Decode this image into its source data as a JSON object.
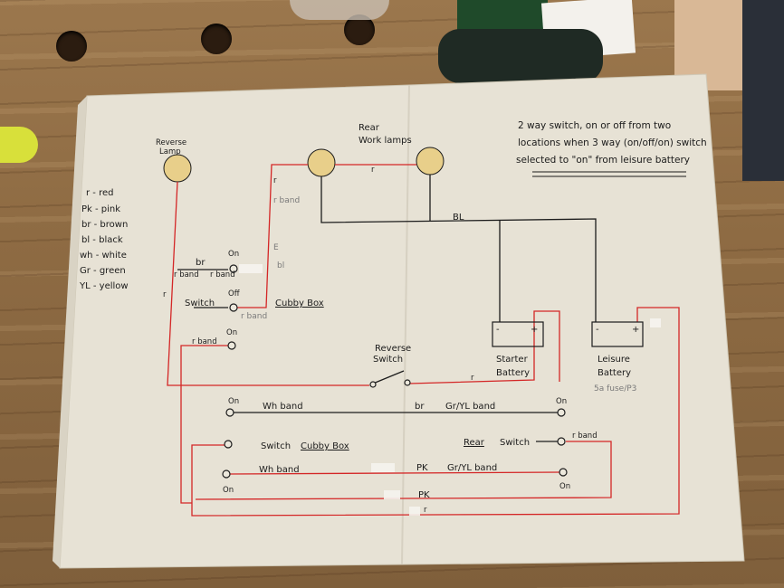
{
  "legend": [
    "r - red",
    "Pk - pink",
    "br - brown",
    "bl - black",
    "wh - white",
    "Gr - green",
    "YL - yellow"
  ],
  "note": [
    "2 way switch, on or off from two",
    "locations when 3 way (on/off/on) switch",
    "selected to \"on\" from leisure battery"
  ],
  "components": {
    "reverse_lamp": [
      "Reverse",
      "Lamp"
    ],
    "rear_work_lamps": [
      "Rear",
      "Work lamps"
    ],
    "starter_battery": [
      "Starter",
      "Battery"
    ],
    "leisure_battery": [
      "Leisure",
      "Battery"
    ],
    "leisure_fuse": "5a fuse/P3",
    "reverse_switch": [
      "Reverse",
      "Switch"
    ],
    "battery_neg": "-",
    "battery_pos": "+"
  },
  "labels": {
    "switch": "Switch",
    "cubby_box": "Cubby Box",
    "rear": "Rear",
    "on": "On",
    "off": "Off",
    "r": "r",
    "r_band": "r band",
    "br": "br",
    "bl": "bl",
    "BL": "BL",
    "wh_band": "Wh band",
    "gr_yl_band": "Gr/YL band",
    "pk": "PK",
    "E": "E"
  },
  "colors": {
    "red_wire": "#d42626",
    "black_wire": "#1c1c1c",
    "paper": "#ece8dc",
    "lamp_fill": "#e8cf8a"
  }
}
